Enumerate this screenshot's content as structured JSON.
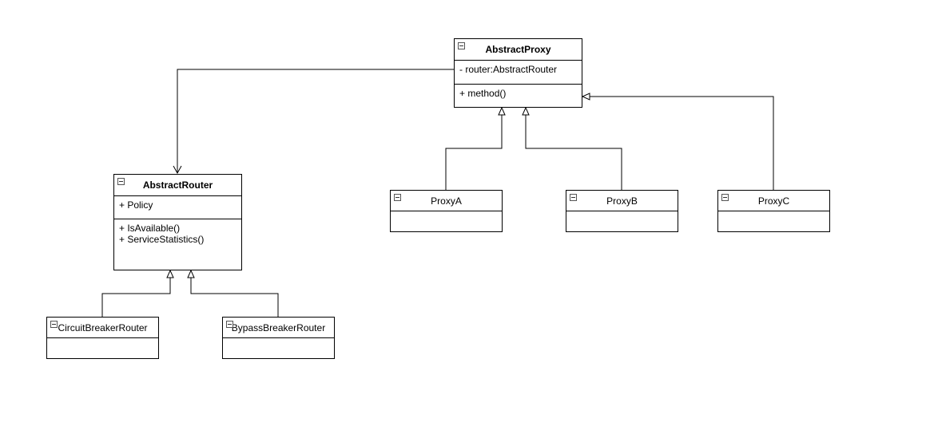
{
  "classes": {
    "abstract_proxy": {
      "name": "AbstractProxy",
      "attributes": [
        "- router:AbstractRouter"
      ],
      "methods": [
        "+ method()"
      ]
    },
    "abstract_router": {
      "name": "AbstractRouter",
      "attributes": [
        "+ Policy"
      ],
      "methods": [
        "+ IsAvailable()",
        "+ ServiceStatistics()"
      ]
    },
    "proxy_a": {
      "name": "ProxyA"
    },
    "proxy_b": {
      "name": "ProxyB"
    },
    "proxy_c": {
      "name": "ProxyC"
    },
    "circuit_breaker_router": {
      "name": "CircuitBreakerRouter"
    },
    "bypass_breaker_router": {
      "name": "BypassBreakerRouter"
    }
  },
  "relations": [
    {
      "from": "AbstractProxy",
      "to": "AbstractRouter",
      "type": "association"
    },
    {
      "from": "ProxyA",
      "to": "AbstractProxy",
      "type": "generalization"
    },
    {
      "from": "ProxyB",
      "to": "AbstractProxy",
      "type": "generalization"
    },
    {
      "from": "ProxyC",
      "to": "AbstractProxy",
      "type": "generalization"
    },
    {
      "from": "CircuitBreakerRouter",
      "to": "AbstractRouter",
      "type": "generalization"
    },
    {
      "from": "BypassBreakerRouter",
      "to": "AbstractRouter",
      "type": "generalization"
    }
  ],
  "colors": {
    "line": "#000000",
    "fill": "#ffffff"
  }
}
